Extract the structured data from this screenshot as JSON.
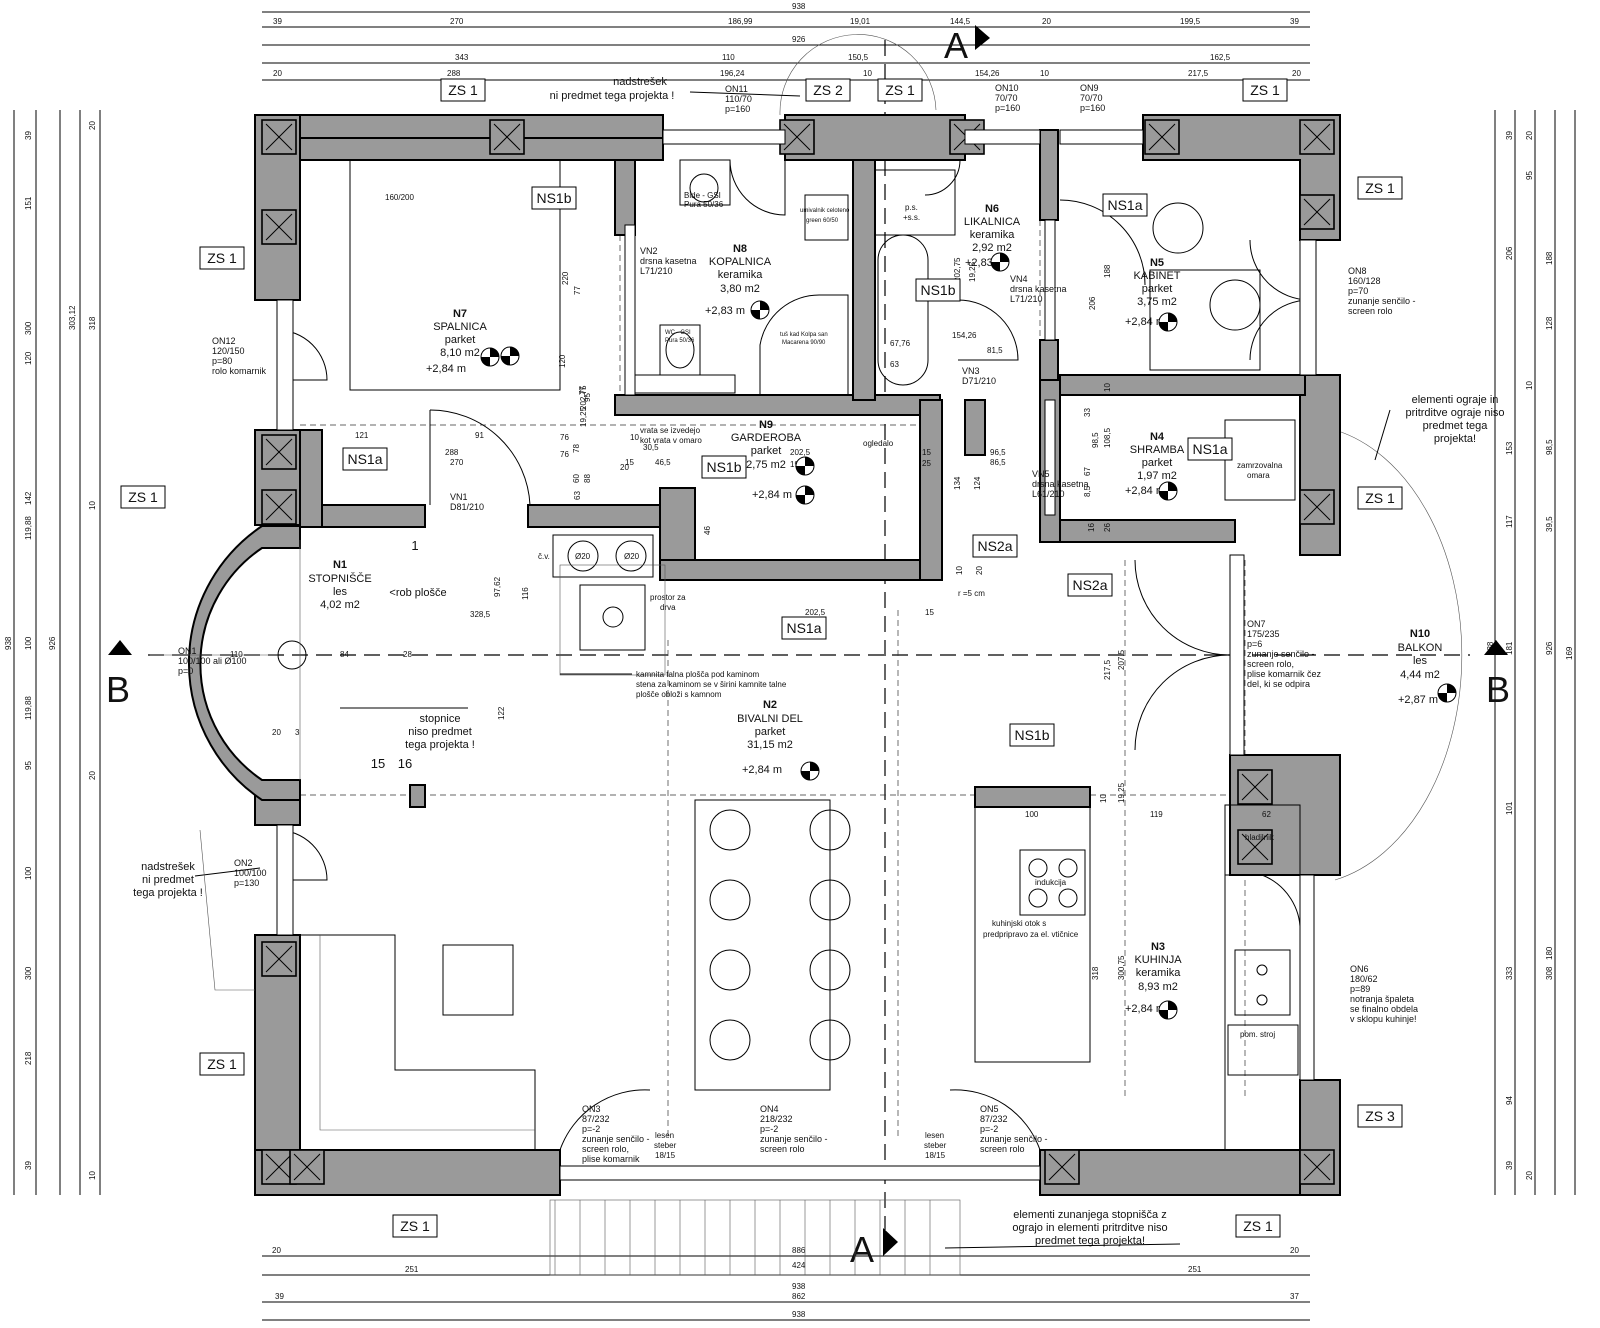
{
  "rooms": {
    "n1": {
      "code": "N1",
      "name": "STOPNIŠČE",
      "finish": "les",
      "area": "4,02 m2"
    },
    "n2": {
      "code": "N2",
      "name": "BIVALNI DEL",
      "finish": "parket",
      "area": "31,15 m2",
      "level": "+2,84 m"
    },
    "n3": {
      "code": "N3",
      "name": "KUHINJA",
      "finish": "keramika",
      "area": "8,93 m2",
      "level": "+2,84 m"
    },
    "n4": {
      "code": "N4",
      "name": "SHRAMBA",
      "finish": "parket",
      "area": "1,97 m2",
      "level": "+2,84 m"
    },
    "n5": {
      "code": "N5",
      "name": "KABINET",
      "finish": "parket",
      "area": "3,75 m2",
      "level": "+2,84 m"
    },
    "n6": {
      "code": "N6",
      "name": "LIKALNICA",
      "finish": "keramika",
      "area": "2,92 m2",
      "level": "+2,83 m"
    },
    "n7": {
      "code": "N7",
      "name": "SPALNICA",
      "finish": "parket",
      "area": "8,10 m2",
      "level": "+2,84 m"
    },
    "n8": {
      "code": "N8",
      "name": "KOPALNICA",
      "finish": "keramika",
      "area": "3,80 m2",
      "level": "+2,83 m"
    },
    "n9": {
      "code": "N9",
      "name": "GARDEROBA",
      "finish": "parket",
      "area": "2,75 m2",
      "level": "+2,84 m"
    },
    "n10": {
      "code": "N10",
      "name": "BALKON",
      "finish": "les",
      "area": "4,44 m2",
      "level": "+2,87 m"
    }
  },
  "tags": {
    "zs1": "ZS 1",
    "zs2": "ZS 2",
    "zs3": "ZS 3",
    "ns1a": "NS1a",
    "ns1b": "NS1b",
    "ns2a": "NS2a"
  },
  "sections": {
    "a": "A",
    "b": "B"
  },
  "openings": {
    "on1": [
      "ON1",
      "100/100 ali Ø100",
      "p=0"
    ],
    "on2": [
      "ON2",
      "100/100",
      "p=130"
    ],
    "on3": [
      "ON3",
      "87/232",
      "p=-2",
      "zunanje senčilo -",
      "screen rolo,",
      "plise komarnik"
    ],
    "on4": [
      "ON4",
      "218/232",
      "p=-2",
      "zunanje senčilo -",
      "screen rolo"
    ],
    "on5": [
      "ON5",
      "87/232",
      "p=-2",
      "zunanje senčilo -",
      "screen rolo"
    ],
    "on6": [
      "ON6",
      "180/62",
      "p=89",
      "notranja špaleta",
      "se finalno obdela",
      "v sklopu kuhinje!"
    ],
    "on7": [
      "ON7",
      "175/235",
      "p=6",
      "zunanje senčilo -",
      "screen rolo,",
      "plise komarnik čez",
      "del, ki se odpira"
    ],
    "on8": [
      "ON8",
      "160/128",
      "p=70",
      "zunanje senčilo -",
      "screen rolo"
    ],
    "on9": [
      "ON9",
      "70/70",
      "p=160"
    ],
    "on10": [
      "ON10",
      "70/70",
      "p=160"
    ],
    "on11": [
      "ON11",
      "110/70",
      "p=160"
    ],
    "on12": [
      "ON12",
      "120/150",
      "p=80",
      "rolo komarnik"
    ],
    "vn1": [
      "VN1",
      "D81/210"
    ],
    "vn2": [
      "VN2",
      "drsna kasetna",
      "L71/210"
    ],
    "vn3": [
      "VN3",
      "D71/210"
    ],
    "vn4": [
      "VN4",
      "drsna kasetna",
      "L71/210"
    ],
    "vn5": [
      "VN5",
      "drsna kasetna",
      "L61/210"
    ]
  },
  "notes": {
    "canopy_top": [
      "nadstrešek",
      "ni predmet tega projekta !"
    ],
    "canopy_left": [
      "nadstrešek",
      "ni predmet",
      "tega projekta !"
    ],
    "stairs": [
      "stopnice",
      "niso predmet",
      "tega projekta !"
    ],
    "railing": [
      "elementi ograje in",
      "pritrditve ograje niso",
      "predmet tega",
      "projekta!"
    ],
    "ext_stairs": [
      "elementi zunanjega stopnišča z",
      "ograjo in elementi pritrditve niso",
      "predmet tega projekta!"
    ],
    "stone": [
      "kamnita talna plošča pod kaminom",
      "stena za kaminom se v širini kamnite talne",
      "plošče obloži s kamnom"
    ],
    "island": [
      "kuhinjski otok s",
      "predpripravo za el. vtičnice"
    ],
    "wardrobe": [
      "vrata se izvedejo",
      "kot vrata v omaro"
    ],
    "edge": "<rob plošče",
    "firewood": [
      "prostor za",
      "drva"
    ],
    "mirror": "ogledalo",
    "freezer": [
      "zamrzovalna",
      "omara"
    ],
    "fridge": "hladilnik",
    "dishwasher": "pom. stroj",
    "induction": "indukcija",
    "sink": [
      "umivalnik celoteno",
      "green 60/50"
    ],
    "shower": [
      "tuš kad Kolpa san",
      "Macarena 90/90"
    ],
    "wc": [
      "WC - GSI",
      "Pura 50/36"
    ],
    "bidet": [
      "Bide - GSI",
      "Pura 50/36"
    ],
    "bed": "160/200",
    "ironing": [
      "p.s.",
      "+s.s."
    ],
    "chimney_flues": [
      "Ø20",
      "Ø20"
    ],
    "cv": "č.v.",
    "step_1": "1",
    "step_15": "15",
    "step_16": "16",
    "rise": "r =5 cm",
    "lesen": [
      "lesen",
      "steber",
      "18/15"
    ]
  },
  "dims": {
    "top": [
      {
        "label": "938",
        "row": 0,
        "items": [
          "39",
          "270",
          "186,99",
          "19,01",
          "144,5",
          "20",
          "199,5",
          "39"
        ]
      },
      {
        "label": "926",
        "row": 1,
        "items": [
          "343",
          "110",
          "150,5",
          "162,5"
        ]
      },
      {
        "label": "",
        "row": 2,
        "items": [
          "20",
          "288",
          "196,24",
          "10",
          "154,26",
          "10",
          "217,5",
          "20"
        ]
      }
    ],
    "bottom": [
      {
        "label": "886",
        "row": 0,
        "items": [
          "20",
          "20"
        ]
      },
      {
        "label": "938",
        "row": 1,
        "items": [
          "251",
          "424",
          "251"
        ]
      },
      {
        "label": "862",
        "row": 2,
        "items": [
          "39",
          "37"
        ]
      },
      {
        "label": "938",
        "row": 3,
        "items": []
      }
    ],
    "left": [
      "39",
      "151",
      "300",
      "120",
      "142",
      "119,88",
      "100",
      "119,88",
      "95",
      "100",
      "300",
      "218",
      "39",
      "938",
      "926",
      "303,12",
      "318",
      "20",
      "10",
      "20",
      "10"
    ],
    "right": [
      "39",
      "206",
      "153",
      "117",
      "181",
      "101",
      "333",
      "94",
      "39",
      "938",
      "926",
      "169",
      "188",
      "128",
      "98,5",
      "39,5",
      "308",
      "180",
      "20",
      "95",
      "10",
      "20"
    ],
    "inner": [
      "121",
      "91",
      "288",
      "270",
      "76",
      "76",
      "10",
      "30,5",
      "15",
      "20",
      "46,5",
      "202,5",
      "192,5",
      "96,5",
      "86,5",
      "15",
      "25",
      "328,5",
      "84",
      "28",
      "110",
      "202,5",
      "15",
      "20",
      "3",
      "100",
      "119",
      "62",
      "97,62",
      "116",
      "122",
      "217,5",
      "207,5",
      "318",
      "300,75",
      "19,25",
      "10",
      "120",
      "77",
      "220",
      "202,75",
      "19,25",
      "95",
      "88",
      "60",
      "78",
      "63",
      "77",
      "206",
      "188",
      "10",
      "33",
      "108,5",
      "98,5",
      "67",
      "8,5",
      "16",
      "26",
      "67,76",
      "63",
      "81,5",
      "154,26",
      "134",
      "124",
      "10",
      "20",
      "46",
      "202,75",
      "19,25"
    ]
  }
}
